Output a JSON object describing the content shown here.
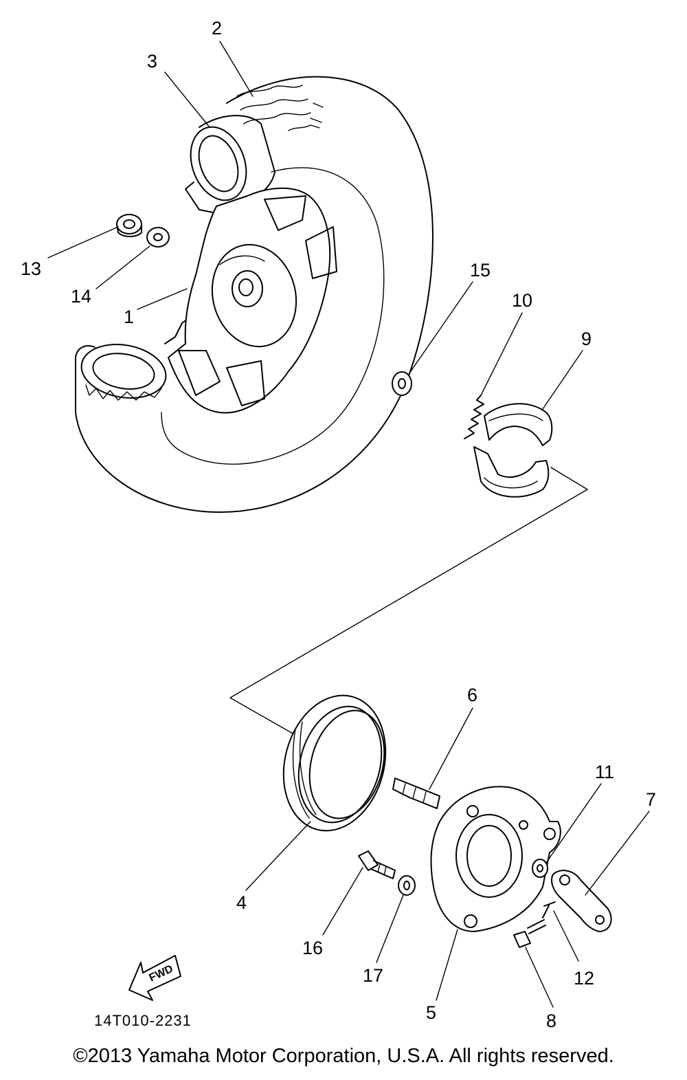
{
  "callouts": [
    {
      "id": "1",
      "label": "1"
    },
    {
      "id": "2",
      "label": "2"
    },
    {
      "id": "3",
      "label": "3"
    },
    {
      "id": "4",
      "label": "4"
    },
    {
      "id": "5",
      "label": "5"
    },
    {
      "id": "6",
      "label": "6"
    },
    {
      "id": "7",
      "label": "7"
    },
    {
      "id": "8",
      "label": "8"
    },
    {
      "id": "9",
      "label": "9"
    },
    {
      "id": "10",
      "label": "10"
    },
    {
      "id": "11",
      "label": "11"
    },
    {
      "id": "12",
      "label": "12"
    },
    {
      "id": "13",
      "label": "13"
    },
    {
      "id": "14",
      "label": "14"
    },
    {
      "id": "15",
      "label": "15"
    },
    {
      "id": "16",
      "label": "16"
    },
    {
      "id": "17",
      "label": "17"
    }
  ],
  "fwd_label": "FWD",
  "diagram_code": "14T010-2231",
  "copyright": "©2013 Yamaha Motor Corporation, U.S.A. All rights reserved."
}
